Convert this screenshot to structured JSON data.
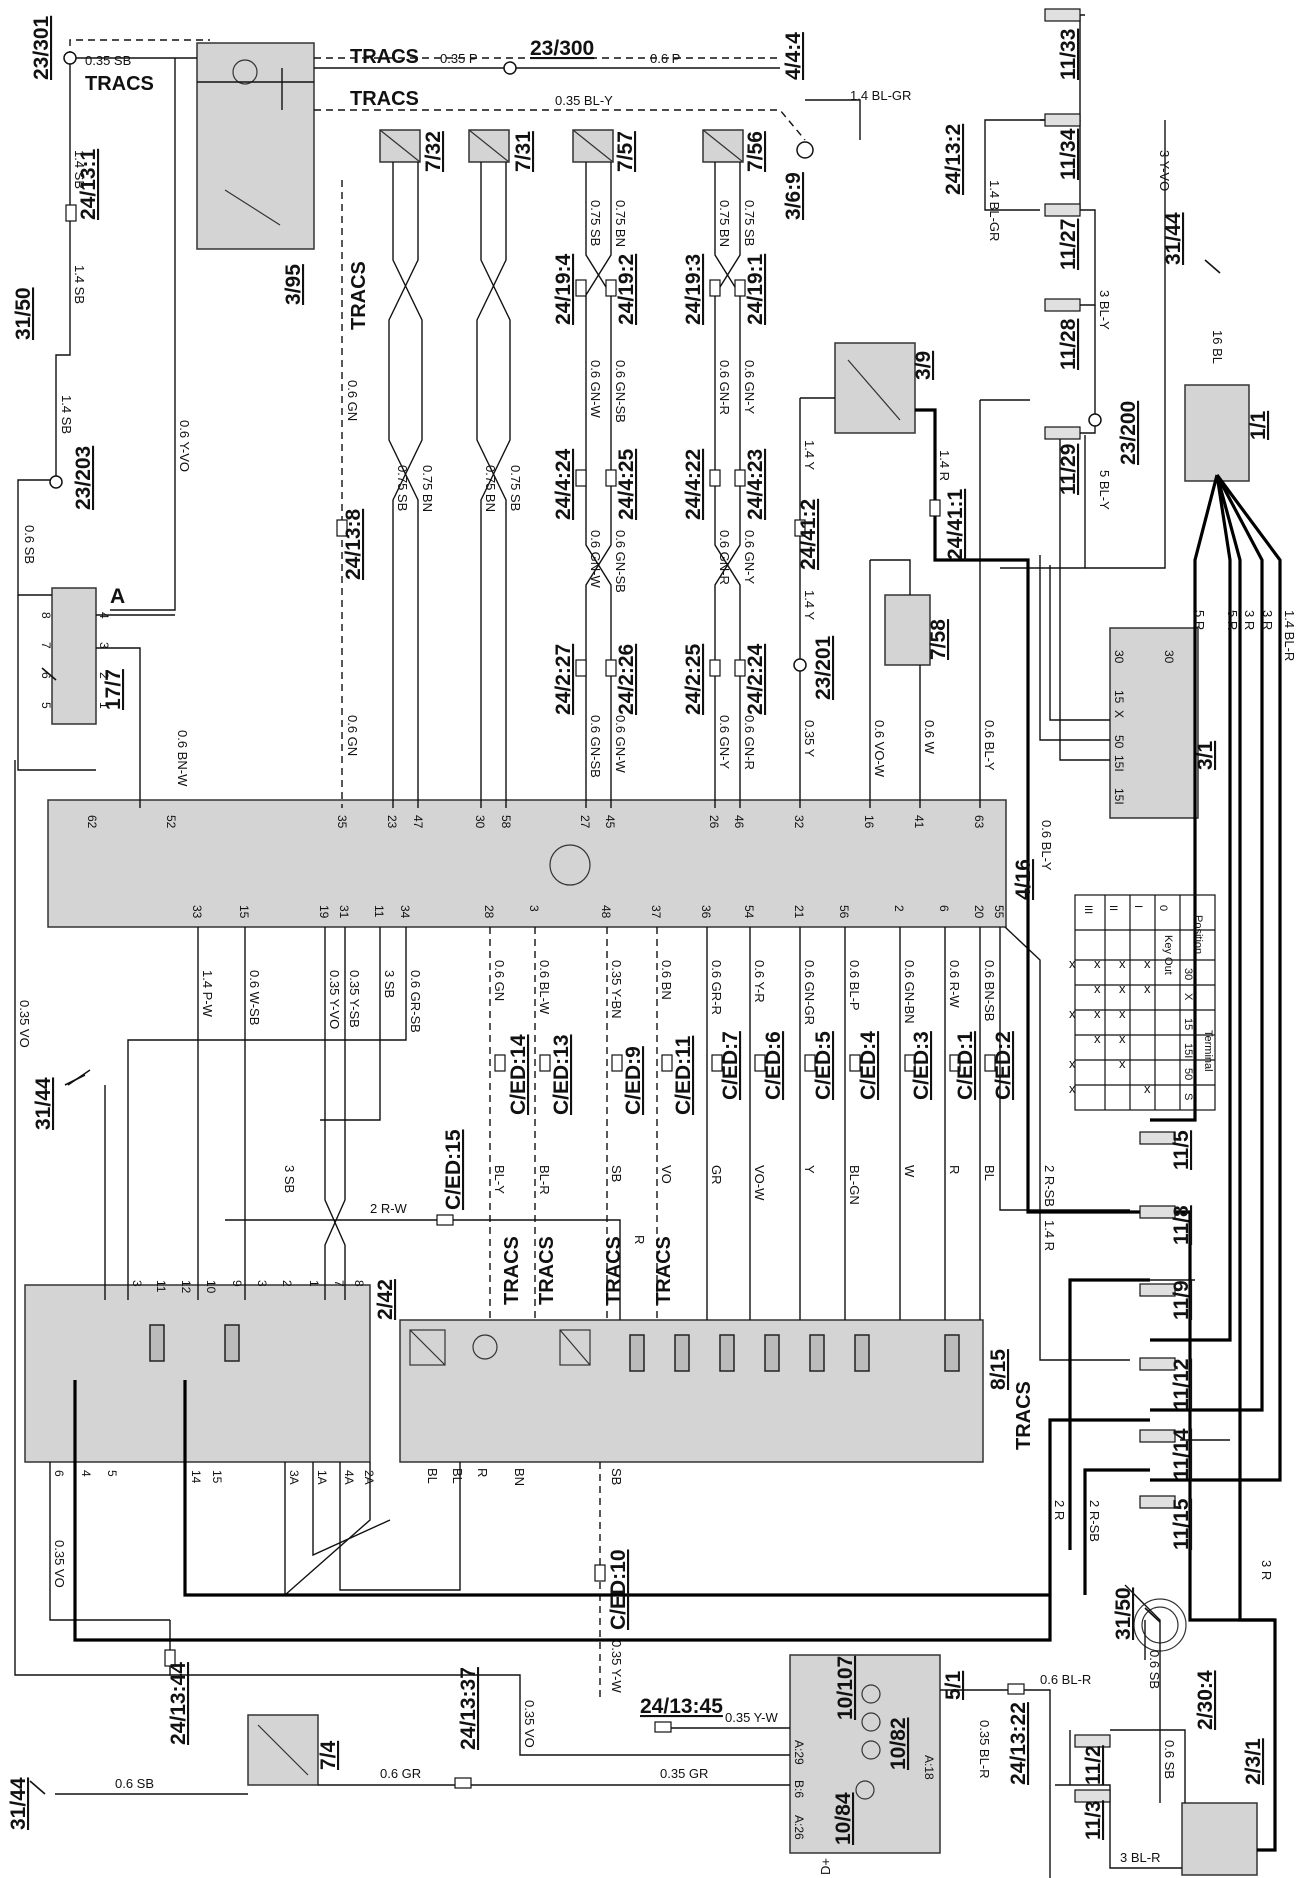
{
  "labels": {
    "ref_23_301": "23/301",
    "ref_31_50_top": "31/50",
    "ref_23_203": "23/203",
    "ref_24_13_1": "24/13:1",
    "ref_17_7": "17/7",
    "ref_3_95": "3/95",
    "ref_24_13_8": "24/13:8",
    "ref_7_32": "7/32",
    "ref_7_31": "7/31",
    "ref_7_57": "7/57",
    "ref_7_56": "7/56",
    "ref_23_300": "23/300",
    "ref_4_4_4": "4/4:4",
    "ref_3_6_9": "3/6:9",
    "ref_24_13_2": "24/13:2",
    "ref_11_33": "11/33",
    "ref_11_34": "11/34",
    "ref_11_27": "11/27",
    "ref_11_28": "11/28",
    "ref_11_29": "11/29",
    "ref_23_200": "23/200",
    "ref_31_44_top": "31/44",
    "ref_1_1": "1/1",
    "ref_3_1": "3/1",
    "ref_3_9": "3/9",
    "ref_24_41_1": "24/41:1",
    "ref_24_41_2": "24/41:2",
    "ref_23_201": "23/201",
    "ref_7_58": "7/58",
    "ref_24_19_4": "24/19:4",
    "ref_24_19_2": "24/19:2",
    "ref_24_19_3": "24/19:3",
    "ref_24_19_1": "24/19:1",
    "ref_24_4_24": "24/4:24",
    "ref_24_4_25": "24/4:25",
    "ref_24_4_22": "24/4:22",
    "ref_24_4_23": "24/4:23",
    "ref_24_2_27": "24/2:27",
    "ref_24_2_26": "24/2:26",
    "ref_24_2_25": "24/2:25",
    "ref_24_2_24": "24/2:24",
    "ref_4_16": "4/16",
    "ref_31_44_mid": "31/44",
    "ref_ced_14": "C/ED:14",
    "ref_ced_13": "C/ED:13",
    "ref_ced_9": "C/ED:9",
    "ref_ced_11": "C/ED:11",
    "ref_ced_7": "C/ED:7",
    "ref_ced_6": "C/ED:6",
    "ref_ced_5": "C/ED:5",
    "ref_ced_4": "C/ED:4",
    "ref_ced_3": "C/ED:3",
    "ref_ced_1": "C/ED:1",
    "ref_ced_2": "C/ED:2",
    "ref_ced_15": "C/ED:15",
    "ref_ced_10": "C/ED:10",
    "ref_2_42": "2/42",
    "ref_8_15": "8/15",
    "ref_11_5": "11/5",
    "ref_11_8": "11/8",
    "ref_11_9": "11/9",
    "ref_11_12": "11/12",
    "ref_11_14": "11/14",
    "ref_11_15": "11/15",
    "ref_24_13_44": "24/13:44",
    "ref_24_13_37": "24/13:37",
    "ref_24_13_45": "24/13:45",
    "ref_24_13_22": "24/13:22",
    "ref_7_4": "7/4",
    "ref_31_44_bot": "31/44",
    "ref_5_1": "5/1",
    "ref_10_107": "10/107",
    "ref_10_82": "10/82",
    "ref_10_84": "10/84",
    "ref_31_50_bot": "31/50",
    "ref_2_30_4": "2/30:4",
    "ref_2_3_1": "2/3/1",
    "ref_11_2": "11/2",
    "ref_11_3": "11/3",
    "tracs": "TRACS",
    "d_plus": "D+",
    "connector_a": "A"
  },
  "wires": {
    "w_035sb_top": "0.35 SB",
    "w_035p": "0.35 P",
    "w_06p": "0.6 P",
    "w_035blY": "0.35 BL-Y",
    "w_14blGr": "1.4 BL-GR",
    "w_14blGr_v": "1.4 BL-GR",
    "w_3yVo": "3 Y-VO",
    "w_14sb_a": "1.4 SB",
    "w_14sb_b": "1.4 SB",
    "w_14sb_c": "1.4 SB",
    "w_06sb_left": "0.6 SB",
    "w_06yVo": "0.6 Y-VO",
    "w_06gn_a": "0.6 GN",
    "w_06gn_b": "0.6 GN",
    "w_06bnW": "0.6 BN-W",
    "w_075sb_a": "0.75 SB",
    "w_075bn_a": "0.75 BN",
    "w_075bn_b": "0.75 BN",
    "w_075sb_b": "0.75 SB",
    "w_075sb_c": "0.75 SB",
    "w_075bn_c": "0.75 BN",
    "w_075bn_d": "0.75 BN",
    "w_075sb_d": "0.75 SB",
    "w_06gnW": "0.6 GN-W",
    "w_06gnSb": "0.6 GN-SB",
    "w_06gnR": "0.6 GN-R",
    "w_06gnY": "0.6 GN-Y",
    "w_06gnW_b": "0.6 GN-W",
    "w_06gnSb_b": "0.6 GN-SB",
    "w_06gnR_b": "0.6 GN-R",
    "w_06gnY_b": "0.6 GN-Y",
    "w_06gnSb_c": "0.6 GN-SB",
    "w_06gnW_c": "0.6 GN-W",
    "w_06gnY_c": "0.6 GN-Y",
    "w_06gnR_c": "0.6 GN-R",
    "w_14y_a": "1.4 Y",
    "w_14y_b": "1.4 Y",
    "w_035y": "0.35 Y",
    "w_14r": "1.4 R",
    "w_06voW": "0.6 VO-W",
    "w_06w": "0.6 W",
    "w_06blY": "0.6 BL-Y",
    "w_3blY": "3 BL-Y",
    "w_5blY": "5 BL-Y",
    "w_16bl": "16 BL",
    "w_06blY_b": "0.6 BL-Y",
    "w_5r_a": "5 R",
    "w_5r_b": "5 R",
    "w_3r_a": "3 R",
    "w_3r_b": "3 R",
    "w_14blR": "1.4 BL-R",
    "w_14pW": "1.4 P-W",
    "w_06wSb": "0.6 W-SB",
    "w_035yVo": "0.35 Y-VO",
    "w_035ySb": "0.35 Y-SB",
    "w_3sb": "3 SB",
    "w_06grSb": "0.6 GR-SB",
    "w_06gn_c": "0.6 GN",
    "w_06blW": "0.6 BL-W",
    "w_035yBn": "0.35 Y-BN",
    "w_06bn": "0.6 BN",
    "w_06grR": "0.6 GR-R",
    "w_06yR": "0.6 Y-R",
    "w_06gnGr": "0.6 GN-GR",
    "w_06blP": "0.6 BL-P",
    "w_06gnBn": "0.6 GN-BN",
    "w_06rW": "0.6 R-W",
    "w_06bnSb": "0.6 BN-SB",
    "w_035vo_left": "0.35 VO",
    "w_3sb_b": "3 SB",
    "w_2rW": "2 R-W",
    "w_2rSb": "2 R-SB",
    "w_14r_b": "1.4 R",
    "w_blY": "BL-Y",
    "w_blR": "BL-R",
    "w_sb": "SB",
    "w_vo": "VO",
    "w_gr": "GR",
    "w_voW": "VO-W",
    "w_y": "Y",
    "w_blGn": "BL-GN",
    "w_w": "W",
    "w_r": "R",
    "w_bl": "BL",
    "w_r_b": "R",
    "w_bl_a": "BL",
    "w_bl_b": "BL",
    "w_r_c": "R",
    "w_bn": "BN",
    "w_sb_b": "SB",
    "w_035vo_a": "0.35 VO",
    "w_035vo_b": "0.35 VO",
    "w_2r": "2 R",
    "w_2rSb_b": "2 R-SB",
    "w_3r_c": "3 R",
    "w_035yW": "0.35 Y-W",
    "w_035yW_b": "0.35 Y-W",
    "w_06sb_b": "0.6 SB",
    "w_06gr": "0.6 GR",
    "w_035gr": "0.35 GR",
    "w_06blR": "0.6 BL-R",
    "w_035blR": "0.35 BL-R",
    "w_06sb_c": "0.6 SB",
    "w_06sb_d": "0.6 SB",
    "w_3blR": "3 BL-R"
  },
  "pins": {
    "p_4_16_top": [
      "62",
      "52",
      "35",
      "23",
      "47",
      "30",
      "58",
      "27",
      "45",
      "26",
      "46",
      "32",
      "16",
      "41",
      "63"
    ],
    "p_4_16_bot": [
      "33",
      "15",
      "19",
      "31",
      "11",
      "34",
      "28",
      "3",
      "48",
      "37",
      "36",
      "54",
      "21",
      "56",
      "2",
      "6",
      "20",
      "55"
    ],
    "p_2_42_top": [
      "3",
      "11",
      "12",
      "10",
      "9",
      "3",
      "2",
      "1",
      "7",
      "8"
    ],
    "p_2_42_bot": [
      "6",
      "4",
      "5",
      "14",
      "15",
      "3A",
      "1A",
      "4A",
      "2A"
    ],
    "p_5_1": [
      "A:29",
      "B:6",
      "A:26",
      "A:18"
    ],
    "p_3_1": [
      "30",
      "15",
      "X",
      "15I",
      "15I",
      "50",
      "30"
    ],
    "p_17_7_left": [
      "8",
      "7",
      "6",
      "5"
    ],
    "p_17_7_right": [
      "4",
      "3",
      "2",
      "1"
    ]
  },
  "key_table": {
    "title_position": "Position",
    "title_terminal": "Terminal",
    "key_out": "Key Out",
    "columns": [
      "30",
      "X",
      "15",
      "15I",
      "50",
      "S"
    ],
    "rows": [
      {
        "pos": "0",
        "marks": [
          "x",
          "x",
          "",
          "",
          "",
          "x"
        ]
      },
      {
        "pos": "I",
        "marks": [
          "x",
          "x",
          "x",
          "x",
          "x",
          ""
        ]
      },
      {
        "pos": "II",
        "marks": [
          "x",
          "x",
          "x",
          "x",
          "",
          ""
        ]
      },
      {
        "pos": "III",
        "marks": [
          "x",
          "",
          "x",
          "",
          "x",
          "x"
        ]
      }
    ]
  },
  "colors": {
    "line": "#111111",
    "module_fill": "#d4d4d4",
    "module_stroke": "#333333",
    "background": "#ffffff"
  }
}
